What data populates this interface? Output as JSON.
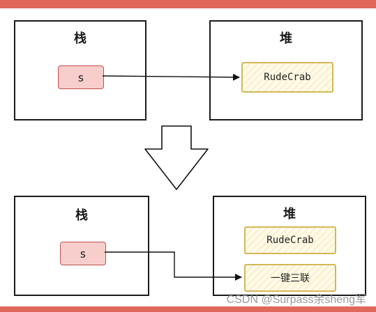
{
  "colors": {
    "accent_bar": "#e0685a",
    "stack_var_fill": "#f8cecc",
    "stack_var_border": "#c0504d",
    "heap_box_border": "#d6b656",
    "heap_box_fill": "#fffbe8"
  },
  "before": {
    "stack": {
      "title": "栈",
      "variable": "s"
    },
    "heap": {
      "title": "堆",
      "objects": [
        "RudeCrab"
      ]
    }
  },
  "transition": {
    "icon": "arrow-down-icon"
  },
  "after": {
    "stack": {
      "title": "栈",
      "variable": "s"
    },
    "heap": {
      "title": "堆",
      "objects": [
        "RudeCrab",
        "一键三联"
      ]
    }
  },
  "watermark": "CSDN @Surpass余sheng军"
}
